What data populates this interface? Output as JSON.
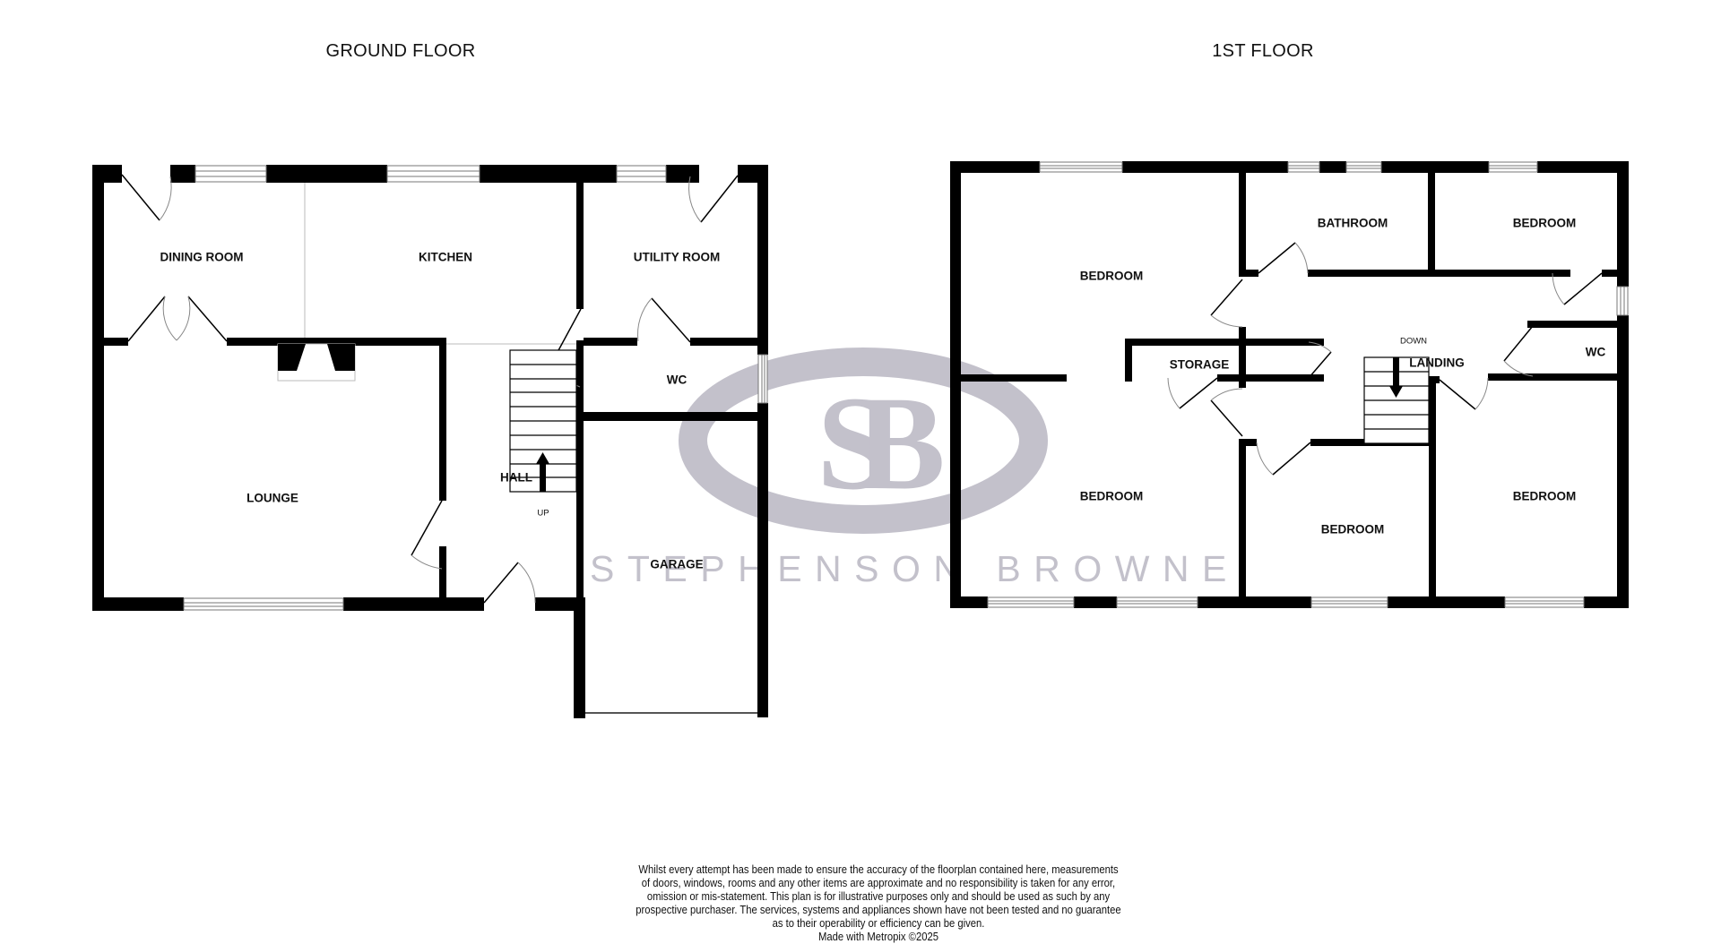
{
  "titles": {
    "ground_floor": "GROUND FLOOR",
    "first_floor": "1ST FLOOR"
  },
  "ground_floor": {
    "rooms": {
      "dining_room": "DINING ROOM",
      "kitchen": "KITCHEN",
      "utility_room": "UTILITY ROOM",
      "lounge": "LOUNGE",
      "hall": "HALL",
      "wc": "WC",
      "garage": "GARAGE"
    },
    "stairs_label": "UP"
  },
  "first_floor": {
    "rooms": {
      "bedroom_1": "BEDROOM",
      "bathroom": "BATHROOM",
      "bedroom_2": "BEDROOM",
      "storage": "STORAGE",
      "landing": "LANDING",
      "wc": "WC",
      "bedroom_3": "BEDROOM",
      "bedroom_4": "BEDROOM",
      "bedroom_5": "BEDROOM"
    },
    "stairs_label": "DOWN"
  },
  "watermark": {
    "logo_letters": "SB",
    "brand": "STEPHENSON BROWNE",
    "color": "#c3c1cb"
  },
  "disclaimer": {
    "lines": [
      "Whilst every attempt has been made to ensure the accuracy of the floorplan contained here, measurements",
      "of doors, windows, rooms and any other items are approximate and no responsibility is taken for any error,",
      "omission or mis-statement. This plan is for illustrative purposes only and should be used as such by any",
      "prospective purchaser. The services, systems and appliances shown have not been tested and no guarantee",
      "as to their operability or efficiency can be given.",
      "Made with Metropix ©2025"
    ]
  }
}
